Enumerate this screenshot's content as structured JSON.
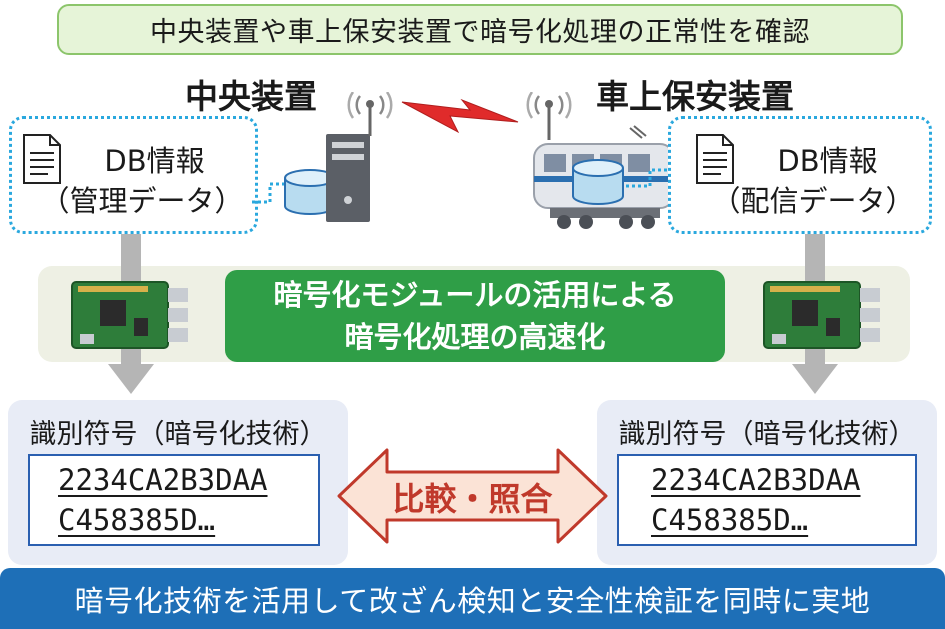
{
  "header": {
    "text": "中央装置や車上保安装置で暗号化処理の正常性を確認"
  },
  "left": {
    "title": "中央装置",
    "db_line1": "DB情報",
    "db_line2": "（管理データ）",
    "id_title": "識別符号（暗号化技術）",
    "code_line1": "2234CA2B3DAA",
    "code_line2": "C458385D…"
  },
  "right": {
    "title": "車上保安装置",
    "db_line1": "DB情報",
    "db_line2": "（配信データ）",
    "id_title": "識別符号（暗号化技術）",
    "code_line1": "2234CA2B3DAA",
    "code_line2": "C458385D…"
  },
  "module": {
    "line1": "暗号化モジュールの活用による",
    "line2": "暗号化処理の高速化"
  },
  "compare": {
    "label": "比較・照合"
  },
  "footer": {
    "text": "暗号化技術を活用して改ざん検知と安全性検証を同時に実地"
  },
  "colors": {
    "accent_blue": "#1e6fb7",
    "dotted_border": "#2aa8de",
    "module_green": "#2f9e47",
    "header_green": "#8cc56b",
    "compare_red": "#c0392b"
  },
  "icons": [
    "document-icon",
    "database-icon",
    "server-icon",
    "antenna-icon",
    "lightning-icon",
    "train-icon",
    "circuit-board-icon",
    "down-arrow-icon",
    "double-arrow-icon"
  ]
}
